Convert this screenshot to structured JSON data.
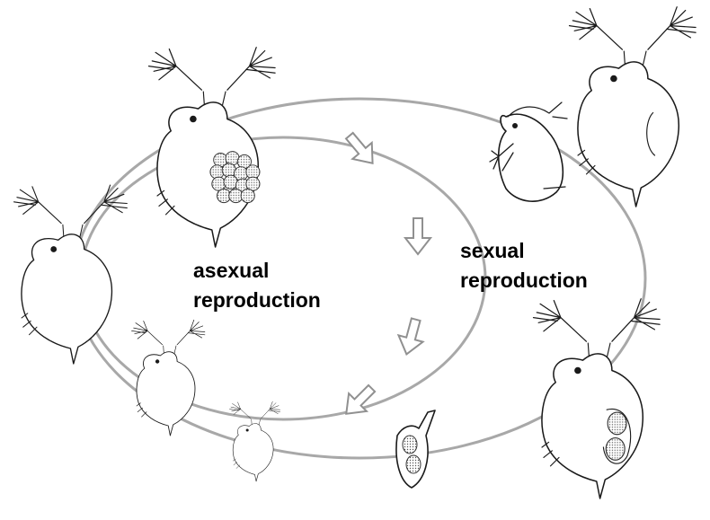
{
  "labels": {
    "asexual_line1": "asexual",
    "asexual_line2": "reproduction",
    "sexual_line1": "sexual",
    "sexual_line2": "reproduction"
  },
  "colors": {
    "cycle": "#a8a8a8",
    "arrow_stroke": "#909090",
    "line": "#1a1a1a",
    "egg_fill": "#b5b5b5"
  },
  "icons": {
    "organism": "daphnia-icon",
    "arrow": "hollow-arrow-icon",
    "ephippium": "ephippium-icon",
    "male": "male-daphnia-icon"
  }
}
